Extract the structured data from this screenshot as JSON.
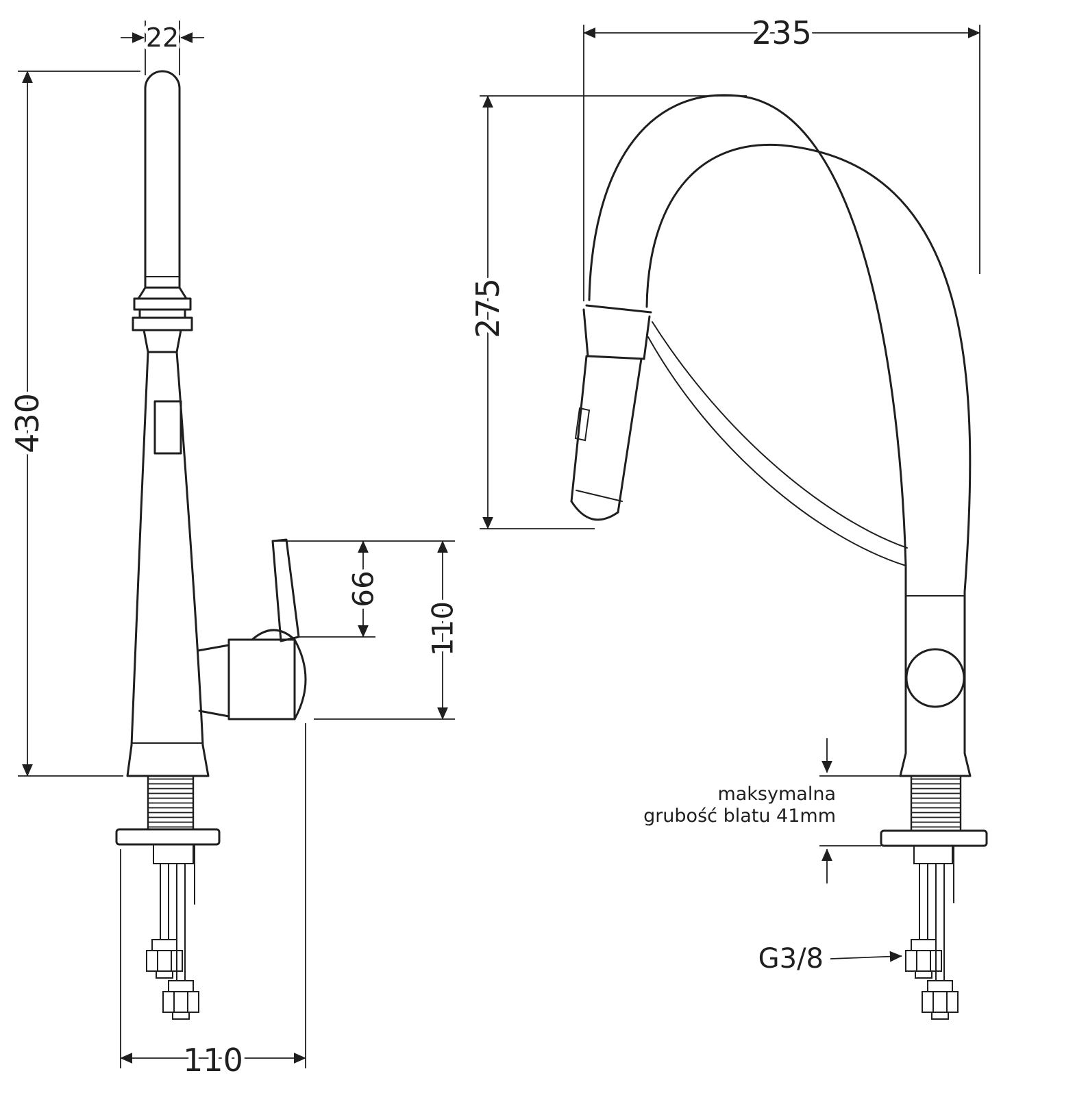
{
  "colors": {
    "line": "#1f1f1f",
    "background": "#ffffff"
  },
  "front_view": {
    "dim_spout_width": "22",
    "dim_total_height": "430",
    "dim_lever_height": "66",
    "dim_handle_height": "110",
    "dim_base_width": "110"
  },
  "side_view": {
    "dim_reach": "235",
    "dim_spout_height": "275",
    "counter_note_line1": "maksymalna",
    "counter_note_line2": "grubość blatu 41mm",
    "thread_label": "G3/8"
  }
}
